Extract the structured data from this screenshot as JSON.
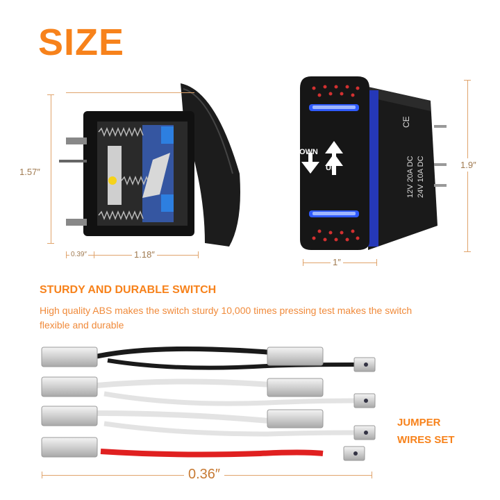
{
  "title": "SIZE",
  "switch_side": {
    "height_label": "1.57″",
    "depth_label": "0.39″",
    "width_label": "1.18″"
  },
  "switch_front": {
    "down_label": "DOWN",
    "up_label": "UP",
    "ce_mark": "CE",
    "rating_line1": "12V 20A DC",
    "rating_line2": "24V 10A DC",
    "height_label": "1.9″",
    "width_label": "1″"
  },
  "feature": {
    "heading": "STURDY AND DURABLE SWITCH",
    "description": "High quality ABS makes the switch sturdy 10,000 times pressing test makes the switch flexible and durable"
  },
  "wires": {
    "label_line1": "JUMPER",
    "label_line2": "WIRES SET",
    "length_label": "0.36″",
    "colors": [
      "#1a1a1a",
      "#e8e8e8",
      "#e8e8e8",
      "#e02020"
    ]
  },
  "colors": {
    "accent": "#f7821b",
    "led": "#2f5bff"
  }
}
